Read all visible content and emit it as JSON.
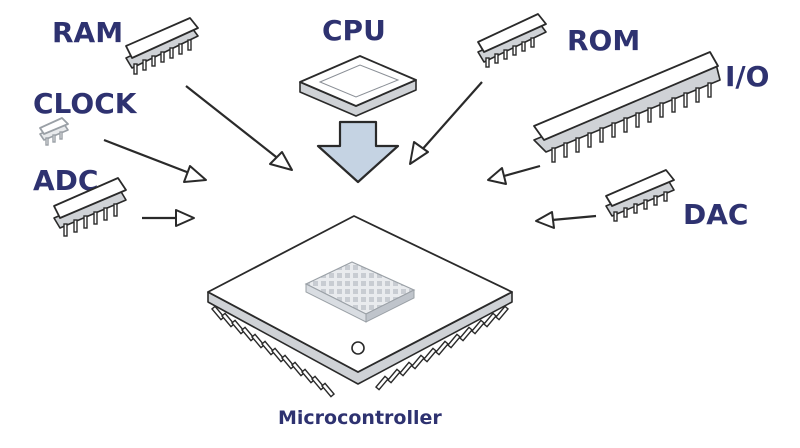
{
  "labels": {
    "ram": "RAM",
    "cpu": "CPU",
    "rom": "ROM",
    "io": "I/O",
    "clock": "CLOCK",
    "adc": "ADC",
    "dac": "DAC",
    "microcontroller": "Microcontroller"
  },
  "colors": {
    "label_text": "#2e3270",
    "big_arrow_fill": "#c5d3e3",
    "chip_shadow": "#cfd2d6",
    "outline": "#2a2a2a"
  }
}
